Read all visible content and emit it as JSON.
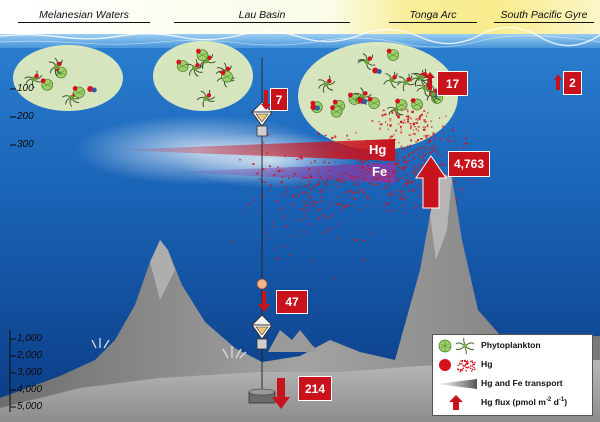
{
  "regions": {
    "melanesian": "Melanesian Waters",
    "lau": "Lau Basin",
    "tonga": "Tonga Arc",
    "gyre": "South Pacific Gyre"
  },
  "depth_labels": [
    "100",
    "200",
    "300",
    "1,000",
    "2,000",
    "3,000",
    "4,000",
    "5,000"
  ],
  "fluxes": {
    "lau_surface": "7",
    "tonga_surface": "17",
    "gyre_surface": "2",
    "hydrothermal": "4,763",
    "lau_mid": "47",
    "lau_deep": "214"
  },
  "transport": {
    "hg": "Hg",
    "fe": "Fe"
  },
  "legend": {
    "phytoplankton": "Phytoplankton",
    "hg": "Hg",
    "transport": "Hg and Fe transport",
    "flux": "Hg flux (pmol m",
    "flux_sup": "-2",
    "flux_mid": " d",
    "flux_sup2": "-1",
    "flux_end": ")"
  },
  "colors": {
    "ocean_top": "#1c6cc0",
    "ocean_bottom": "#0c3d86",
    "flux_red": "#c8121c",
    "fe_purple": "#7b3fa8",
    "mountain": "#8e8e8e",
    "bloom": "#e6efbd"
  }
}
